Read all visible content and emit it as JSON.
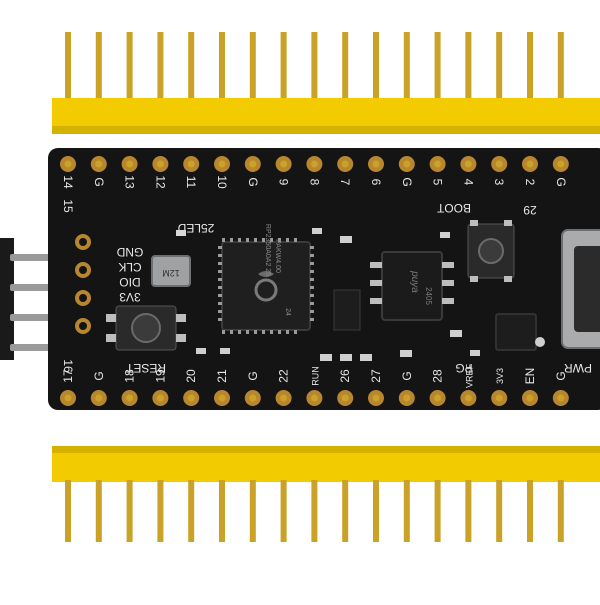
{
  "photo": {
    "board_color": "#141414",
    "header_color": "#f2cc00",
    "pin_color": "#c9a227",
    "silk_color": "#e8e8e8",
    "pad_color": "#b8862e"
  },
  "top_header": {
    "pin_labels": [
      "14",
      "G",
      "13",
      "12",
      "11",
      "10",
      "G",
      "9",
      "8",
      "7",
      "6",
      "G",
      "5",
      "4",
      "3",
      "2",
      "G"
    ]
  },
  "bottom_header": {
    "pin_labels": [
      "17",
      "G",
      "18",
      "19",
      "20",
      "21",
      "G",
      "22",
      "RUN",
      "26",
      "27",
      "G",
      "28",
      "VREF",
      "3V3",
      "EN",
      "G"
    ]
  },
  "board": {
    "label_15": "15",
    "label_16": "16",
    "label_29": "29",
    "led_label": "25LED",
    "boot_label": "BOOT",
    "reset_label": "RESET",
    "pg_label": "PG",
    "pwr_label": "PWR",
    "swd_labels": [
      "GND",
      "CLK",
      "DIO",
      "3V3"
    ],
    "chip_marking": [
      "RP2350A0A2 25",
      "PAKW4.00",
      "24"
    ],
    "flash_marking": [
      "puya",
      "2405"
    ],
    "crystal_marking": "12M"
  }
}
